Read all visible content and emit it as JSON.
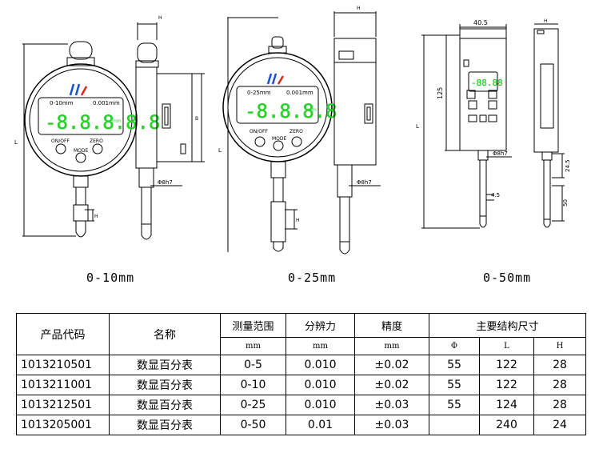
{
  "drawings": {
    "captions": [
      "0-10mm",
      "0-25mm",
      "0-50mm"
    ],
    "gauge1": {
      "range_text": "0-10mm",
      "res_text": "0.001mm",
      "reading": "-8.8.8.8.8",
      "unit_mark": "mm",
      "btn_left": "ON/OFF",
      "btn_right": "ZERO",
      "btn_mid": "MODE",
      "dim_L": "L",
      "dim_H": "H",
      "dim_B": "B",
      "dim_shank": "Φ8h7",
      "dim_tip": "H"
    },
    "gauge2": {
      "range_text": "0-25mm",
      "res_text": "0.001mm",
      "reading": "-8.8.8.8",
      "unit_mark": "mm",
      "btn_left": "ON/OFF",
      "btn_right": "ZERO",
      "btn_mid": "MODE",
      "dim_L": "L",
      "dim_H": "H",
      "dim_shank": "Φ8h7",
      "dim_tip": "H"
    },
    "gauge3": {
      "reading": "-88.88",
      "dim_width": "40.5",
      "dim_125": "125",
      "dim_L": "L",
      "dim_H": "H",
      "dim_shank": "Φ8h7",
      "dim_24": "24.5",
      "dim_45": "4.5",
      "dim_50": "50"
    }
  },
  "table": {
    "headers": {
      "code": "产品代码",
      "name": "名称",
      "range": "测量范围",
      "resolution": "分辨力",
      "accuracy": "精度",
      "dims": "主要结构尺寸"
    },
    "units": {
      "range": "mm",
      "resolution": "mm",
      "accuracy": "mm",
      "phi": "Φ",
      "L": "L",
      "H": "H"
    },
    "rows": [
      {
        "code": "1013210501",
        "name": "数显百分表",
        "range": "0-5",
        "resolution": "0.010",
        "accuracy": "±0.02",
        "phi": "55",
        "L": "122",
        "H": "28"
      },
      {
        "code": "1013211001",
        "name": "数显百分表",
        "range": "0-10",
        "resolution": "0.010",
        "accuracy": "±0.02",
        "phi": "55",
        "L": "122",
        "H": "28"
      },
      {
        "code": "1013212501",
        "name": "数显百分表",
        "range": "0-25",
        "resolution": "0.010",
        "accuracy": "±0.03",
        "phi": "55",
        "L": "124",
        "H": "28"
      },
      {
        "code": "1013205001",
        "name": "数显百分表",
        "range": "0-50",
        "resolution": "0.01",
        "accuracy": "±0.03",
        "phi": "",
        "L": "240",
        "H": "24"
      }
    ]
  }
}
